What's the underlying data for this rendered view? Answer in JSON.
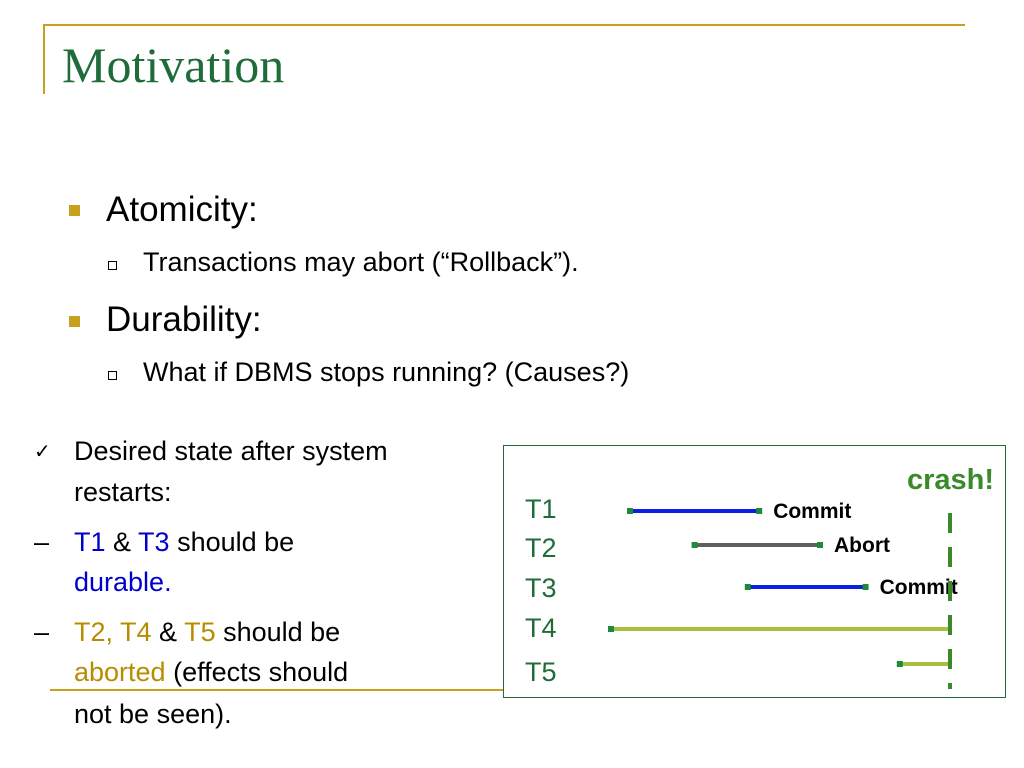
{
  "title": "Motivation",
  "bullets": [
    {
      "label": "Atomicity:",
      "sub": "Transactions may abort (“Rollback”)."
    },
    {
      "label": "Durability:",
      "sub": "What if DBMS stops running?  (Causes?)"
    }
  ],
  "left_panel": {
    "check_glyph": "✓",
    "dash_glyph": "–",
    "intro_line1": "Desired state after system",
    "intro_line2": "restarts:",
    "durable": {
      "t1": "T1",
      "amp": " & ",
      "t3": "T3",
      "rest": " should be",
      "word": "durable."
    },
    "aborted": {
      "t2t4": "T2, T4",
      "amp": " & ",
      "t5": "T5",
      "rest": " should be",
      "word": "aborted",
      "tail": " (effects should",
      "line3": "not be seen)."
    }
  },
  "diagram": {
    "crash_label": "crash!",
    "colors": {
      "committed": "#0a1ee6",
      "aborted": "#606060",
      "incomplete": "#a8c040",
      "endpoint": "#1f8a3a",
      "crash": "#3a8a2a"
    },
    "transactions": [
      {
        "label": "T1",
        "start": 1.5,
        "end": 4.9,
        "status": "committed",
        "outcome": "Commit"
      },
      {
        "label": "T2",
        "start": 3.2,
        "end": 6.5,
        "status": "aborted",
        "outcome": "Abort"
      },
      {
        "label": "T3",
        "start": 4.6,
        "end": 7.7,
        "status": "committed",
        "outcome": "Commit"
      },
      {
        "label": "T4",
        "start": 1.0,
        "end": 10.0,
        "status": "incomplete",
        "outcome": ""
      },
      {
        "label": "T5",
        "start": 8.6,
        "end": 10.0,
        "status": "incomplete",
        "outcome": ""
      }
    ],
    "crash_time": 10.0
  }
}
